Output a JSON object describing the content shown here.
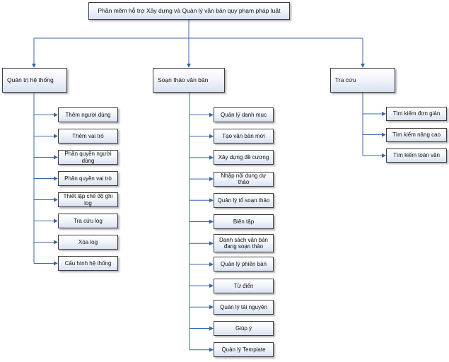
{
  "diagram": {
    "root": "Phần mềm hỗ trợ Xây dựng và Quản lý văn bản quy phạm pháp luật",
    "branches": [
      {
        "label": "Quản trị hệ thống",
        "children": [
          "Thêm người dùng",
          "Thêm vai trò",
          "Phân quyền người dùng",
          "Phân quyền vai trò",
          "Thiết lập chế độ ghi log",
          "Tra cứu log",
          "Xóa log",
          "Cấu hình hệ thống"
        ]
      },
      {
        "label": "Soạn thảo văn bản",
        "children": [
          "Quản lý danh mục",
          "Tạo văn bản mới",
          "Xây dựng đề cương",
          "Nhập nội dung dự thảo",
          "Quản lý tổ soạn thảo",
          "Biên tập",
          "Danh sách văn bản đang soạn thảo",
          "Quản lý phiên bản",
          "Từ điển",
          "Quản lý tài nguyên",
          "Giúp ý",
          "Quản lý Template"
        ]
      },
      {
        "label": "Tra cứu",
        "children": [
          "Tìm kiếm đơn giản",
          "Tìm kiếm nâng cao",
          "Tìm kiếm toàn văn"
        ]
      }
    ],
    "colors": {
      "line": "#3a66a7",
      "border": "#3f3f3f",
      "fill_top": "#ffffff",
      "fill_bottom": "#d9e2f2"
    }
  }
}
